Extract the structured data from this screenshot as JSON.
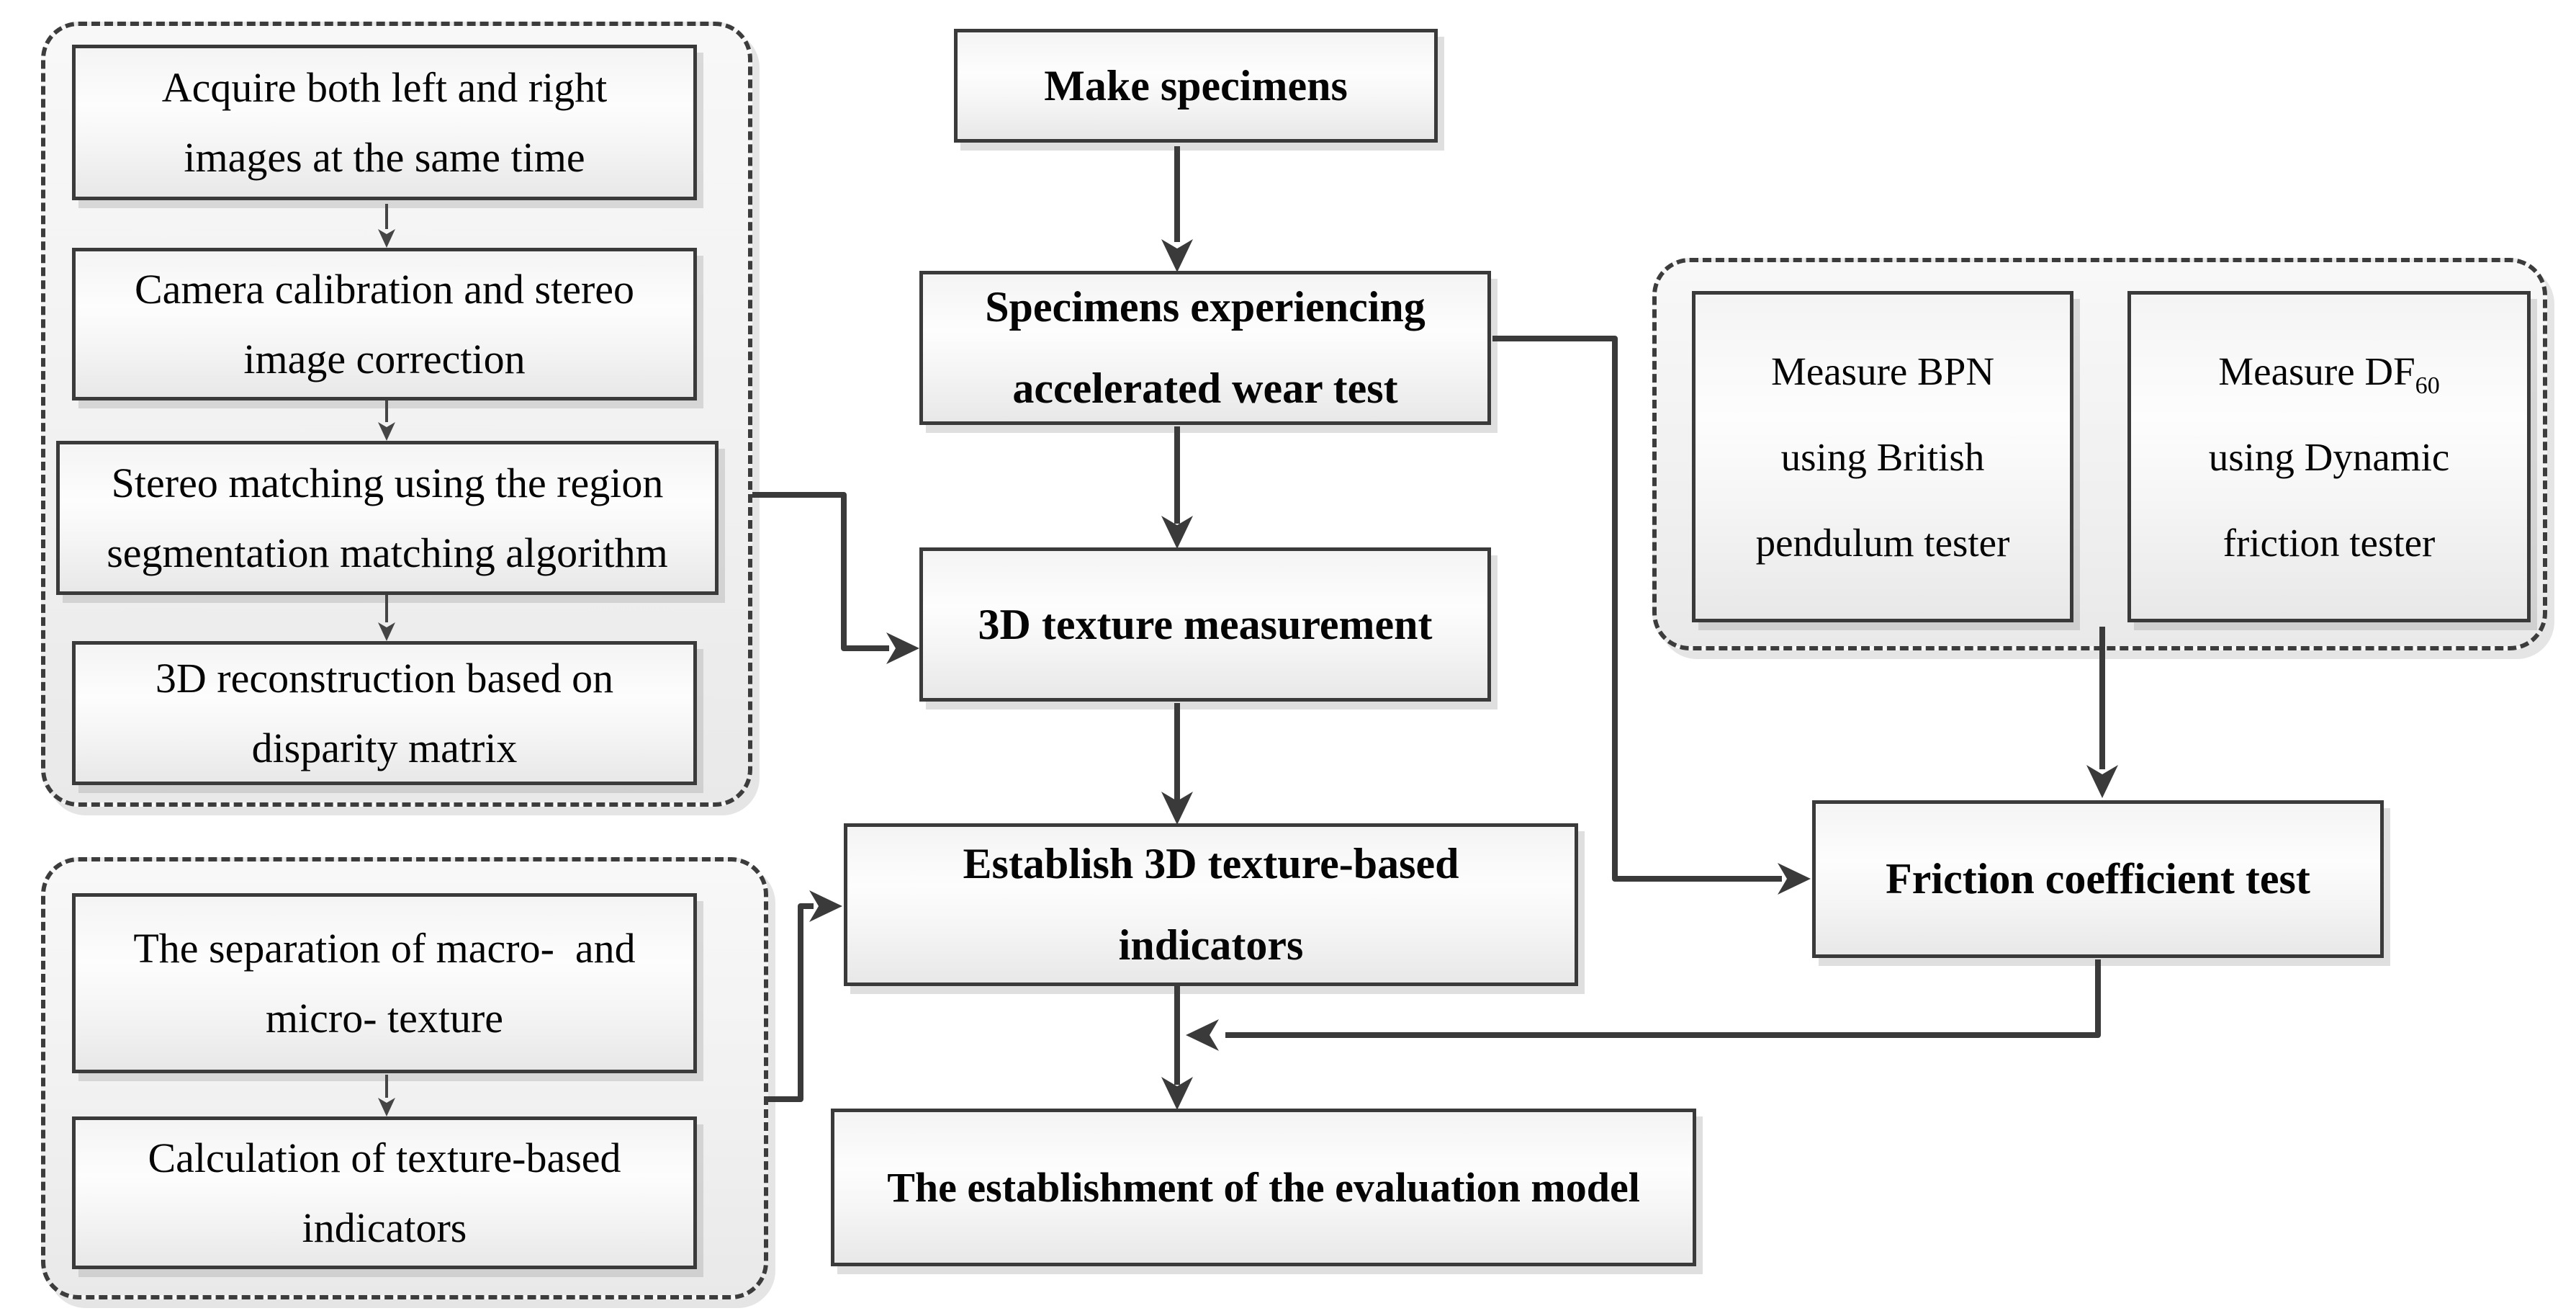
{
  "diagram": {
    "accent_line_color": "#3a3a3a",
    "text_color": "#050505",
    "nodes": {
      "make": {
        "label": "Make specimens"
      },
      "wear": {
        "line1": "Specimens experiencing",
        "line2": "accelerated wear test"
      },
      "measure3d": {
        "label": "3D texture measurement"
      },
      "establish": {
        "line1": "Establish 3D texture-based",
        "line2": "indicators"
      },
      "evaluation": {
        "label": "The establishment of the evaluation model"
      },
      "friction": {
        "label": "Friction coefficient test"
      }
    },
    "stereo_panel": {
      "steps": [
        {
          "line1": "Acquire both left and right",
          "line2": "images at the same time"
        },
        {
          "line1": "Camera calibration and stereo",
          "line2": "image correction"
        },
        {
          "line1": "Stereo matching using the region",
          "line2": "segmentation matching algorithm"
        },
        {
          "line1": "3D reconstruction based on",
          "line2": "disparity matrix"
        }
      ]
    },
    "texture_panel": {
      "steps": [
        {
          "line1": "The separation of macro-  and",
          "line2": "micro- texture"
        },
        {
          "line1": "Calculation of texture-based",
          "line2": "indicators"
        }
      ]
    },
    "measure_panel": {
      "bpn": {
        "line1": "Measure BPN",
        "line2": "using British",
        "line3": "pendulum tester"
      },
      "df": {
        "line1_text": "Measure DF",
        "line1_sub": "60",
        "line2": "using Dynamic",
        "line3": "friction tester"
      }
    }
  }
}
